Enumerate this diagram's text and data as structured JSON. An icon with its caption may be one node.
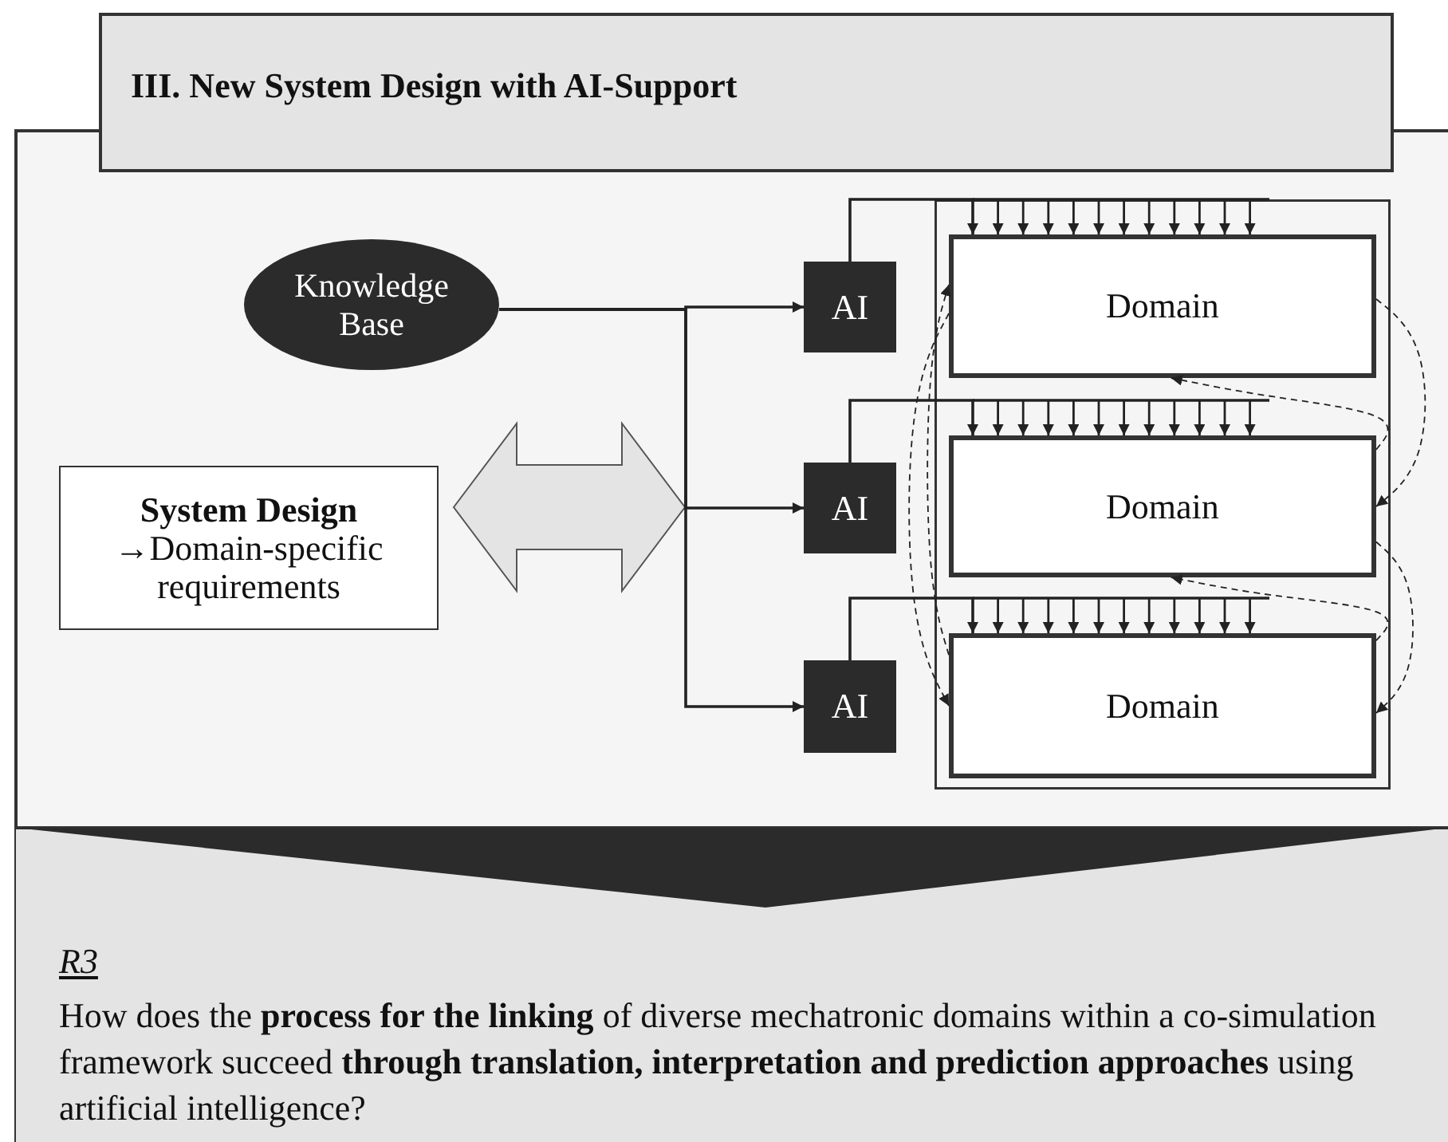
{
  "diagram": {
    "nodes": [
      {
        "text": [
          "III. New System Design with AI-Support"
        ]
      },
      {
        "text": [
          "Knowledge Base"
        ]
      },
      {
        "text": [
          "AI"
        ]
      },
      {
        "text": [],
        "shape": "box"
      },
      {
        "text": [
          "Domain"
        ],
        "in": 3
      },
      {
        "text": [
          "System Design",
          "→Domain-specific requirements"
        ]
      },
      {
        "text": [],
        "shape": "arrow"
      },
      {
        "text": [
          "AI"
        ]
      },
      {
        "text": [
          "Domain"
        ],
        "in": 3
      },
      {
        "text": [
          "AI"
        ]
      },
      {
        "text": [
          "Domain"
        ],
        "in": 3
      },
      {
        "text": [
          "R3",
          "How does the **process for the linking** of diverse mechatronic domains within a co-simulation framework succeed **through translation, interpretation and prediction approaches** using artificial intelligence?"
        ]
      }
    ],
    "edges": [
      {
        "from": 1,
        "to": 2,
        "arrow": "to"
      },
      {
        "from": 1,
        "to": 7,
        "arrow": "to"
      },
      {
        "from": 1,
        "to": 9,
        "arrow": "to"
      },
      {
        "from": 2,
        "to": 4,
        "arrow": "to"
      },
      {
        "from": 7,
        "to": 8,
        "arrow": "to"
      },
      {
        "from": 9,
        "to": 10,
        "arrow": "to"
      },
      {
        "from": 4,
        "to": 8,
        "arrow": "to",
        "style": "dashed"
      },
      {
        "from": 8,
        "to": 4,
        "arrow": "to",
        "style": "dashed"
      },
      {
        "from": 10,
        "to": 8,
        "arrow": "to",
        "style": "dashed"
      },
      {
        "from": 8,
        "to": 10,
        "arrow": "to",
        "style": "dashed"
      },
      {
        "from": 4,
        "to": 10,
        "arrow": "to",
        "style": "dashed"
      },
      {
        "from": 10,
        "to": 4,
        "arrow": "to",
        "style": "dashed"
      }
    ]
  }
}
